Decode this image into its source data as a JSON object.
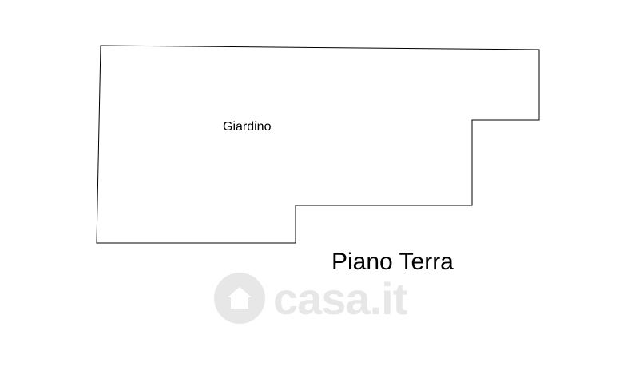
{
  "plan": {
    "room_label": "Giardino",
    "floor_title": "Piano Terra",
    "outline_color": "#000000",
    "background_color": "#ffffff"
  },
  "watermark": {
    "text": "casa.it",
    "icon": "house-icon"
  }
}
